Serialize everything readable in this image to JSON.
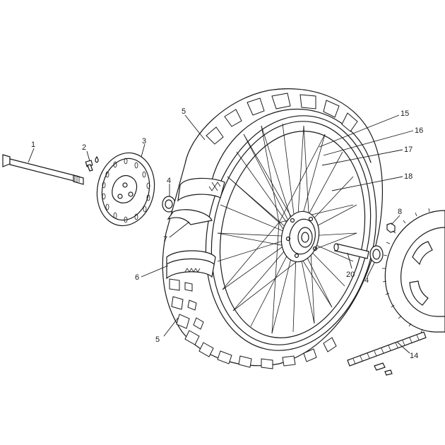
{
  "labels": {
    "axle": "1",
    "bolt": "2",
    "brake_disc": "3",
    "bearing_left": "4",
    "bearing_right": "4",
    "tyre_top": "5",
    "tyre_bottom": "5",
    "rim_band": "6",
    "inner_tube": "7",
    "sprocket_nut": "8",
    "chain": "14",
    "spoke_outer": "15",
    "spoke_inner": "16",
    "nipple": "17",
    "hub": "18",
    "spacer": "20"
  }
}
